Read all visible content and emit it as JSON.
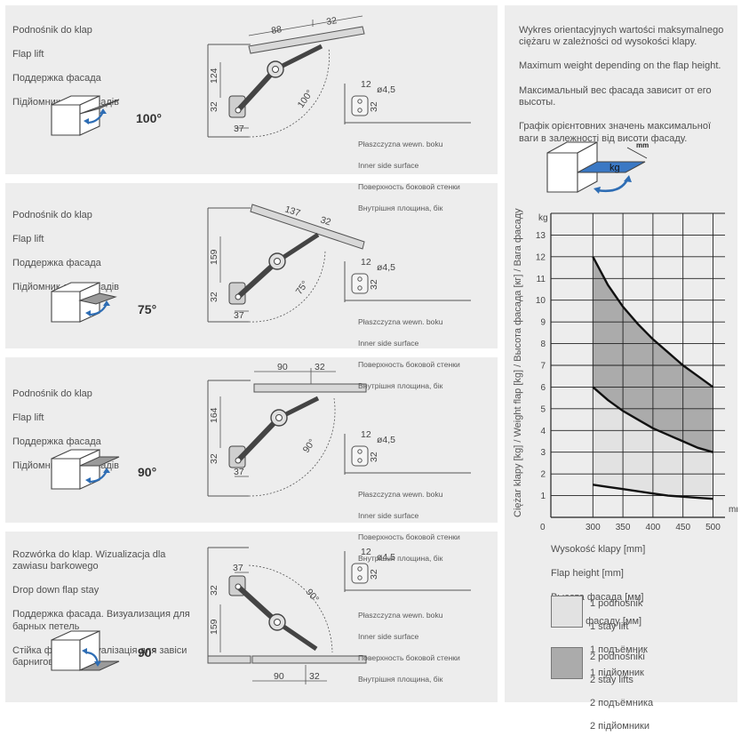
{
  "panels": [
    {
      "labels": [
        "Podnośnik do klap",
        "Flap lift",
        "Поддержка фасада",
        "Підйомник для фасадів"
      ],
      "angle_badge": "100°",
      "dims": {
        "top_a": "88",
        "top_b": "32",
        "vert": "124",
        "small": "32",
        "bottom": "37",
        "arc": "100°"
      }
    },
    {
      "labels": [
        "Podnośnik do klap",
        "Flap lift",
        "Поддержка фасада",
        "Підйомник для фасадів"
      ],
      "angle_badge": "75°",
      "dims": {
        "top_a": "137",
        "top_b": "32",
        "vert": "159",
        "small": "32",
        "bottom": "37",
        "arc": "75°"
      }
    },
    {
      "labels": [
        "Podnośnik do klap",
        "Flap lift",
        "Поддержка фасада",
        "Підйомник для фасадів"
      ],
      "angle_badge": "90°",
      "dims": {
        "top_a": "90",
        "top_b": "32",
        "vert": "164",
        "small": "32",
        "bottom": "37",
        "arc": "90°"
      }
    },
    {
      "labels": [
        "Rozwórka do klap. Wizualizacja dla zawiasu barkowego",
        "Drop down flap stay",
        "Поддержка фасада. Визуализация для барных петель",
        "Стійка фасаду. Візуалізація для завіси барнигово"
      ],
      "angle_badge": "90°",
      "dims": {
        "top_a": "90",
        "top_b": "32",
        "vert": "159",
        "small": "32",
        "bottom": "37",
        "arc": "90°"
      }
    }
  ],
  "side_detail": {
    "dim_12": "12",
    "dim_diam": "ø4,5",
    "dim_32": "32"
  },
  "side_note": [
    "Płaszczyzna wewn. boku",
    "Inner side surface",
    "Поверхность боковой стенки",
    "Внутрішня площина, бік"
  ],
  "right_intro": [
    "Wykres orientacyjnych wartości maksymalnego ciężaru w zależności od wysokości klapy.",
    "Maximum weight depending on the flap height.",
    "Максимальный вес фасада зависит от его высоты.",
    "Графік орієнтовних значень максимальної ваги в залежності від висоти фасаду."
  ],
  "icon_labels": {
    "kg": "kg",
    "mm": "mm"
  },
  "legend": [
    {
      "lines": [
        "1 podnośnik",
        "1 stay lift",
        "1 подъёмник",
        "1 підйомник"
      ],
      "color": "#e2e2e2"
    },
    {
      "lines": [
        "2 podnośniki",
        "2 stay lifts",
        "2 подъёмника",
        "2 підйомники"
      ],
      "color": "#ababab"
    }
  ],
  "colors": {
    "panel_bg": "#ededed",
    "icon_blue": "#3a78c4",
    "arrow_blue": "#2e6db4",
    "band_light": "#e2e2e2",
    "band_dark": "#ababab"
  },
  "chart_data": {
    "type": "area",
    "ylabel": "Ciężar klapy [kg] / Weight flap [kg] / Высота фасада [кг] / Вага фасаду",
    "y_unit": "kg",
    "x_unit": "mm",
    "xlabel": [
      "Wysokość klapy [mm]",
      "Flap height [mm]",
      "Высота фасада [мм]",
      "Висота фасаду [мм]"
    ],
    "x_ticks": [
      300,
      350,
      400,
      450,
      500
    ],
    "y_ticks": [
      1,
      2,
      3,
      4,
      5,
      6,
      7,
      8,
      9,
      10,
      11,
      12,
      13
    ],
    "x_origin": "0",
    "y_origin": "0",
    "xlim": [
      230,
      520
    ],
    "ylim": [
      0,
      14
    ],
    "grid": true,
    "series": [
      {
        "name": "1 podnośnik",
        "x": [
          300,
          325,
          350,
          375,
          400,
          425,
          450,
          475,
          500
        ],
        "y_min": [
          1.5,
          1.4,
          1.3,
          1.2,
          1.1,
          1.0,
          0.95,
          0.9,
          0.85
        ],
        "y_max": [
          6.0,
          5.4,
          4.9,
          4.5,
          4.1,
          3.8,
          3.5,
          3.2,
          3.0
        ]
      },
      {
        "name": "2 podnośniki",
        "x": [
          300,
          325,
          350,
          375,
          400,
          425,
          450,
          475,
          500
        ],
        "y_min": [
          6.0,
          5.4,
          4.9,
          4.5,
          4.1,
          3.8,
          3.5,
          3.2,
          3.0
        ],
        "y_max": [
          12.0,
          10.7,
          9.7,
          8.9,
          8.2,
          7.6,
          7.0,
          6.5,
          6.0
        ]
      }
    ]
  }
}
